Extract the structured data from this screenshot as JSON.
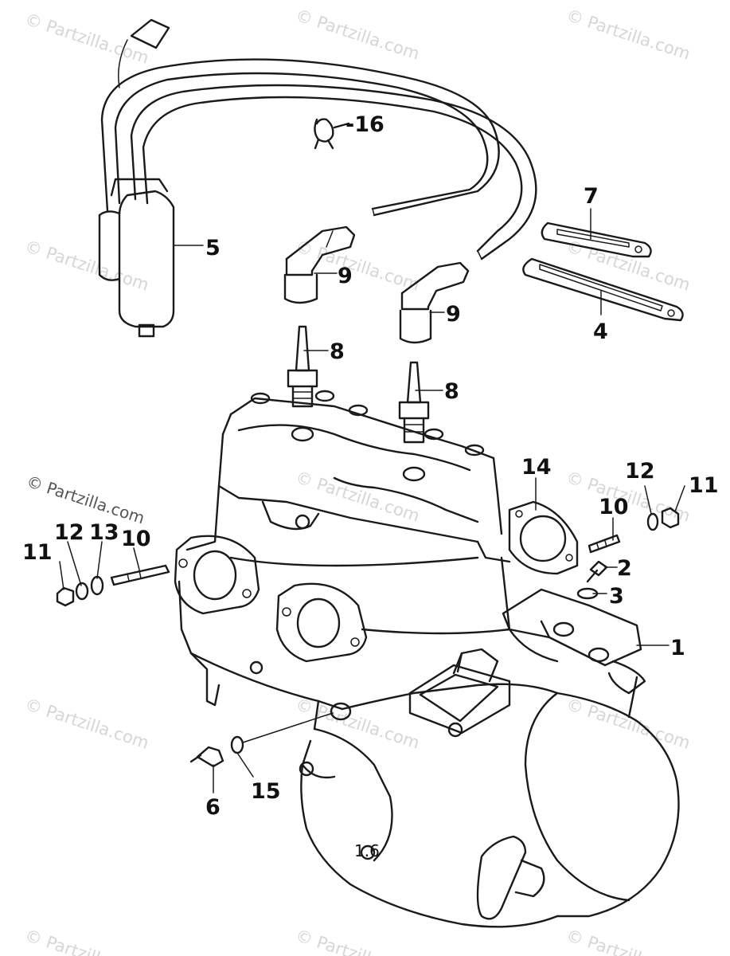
{
  "watermark": {
    "text": "© Partzilla.com",
    "color": "#d6d6d6"
  },
  "callouts": {
    "c1": "1",
    "c2": "2",
    "c3": "3",
    "c4": "4",
    "c5": "5",
    "c6": "6",
    "c7": "7",
    "c8a": "8",
    "c8b": "8",
    "c9a": "9",
    "c9b": "9",
    "c10a": "10",
    "c10b": "10",
    "c11a": "11",
    "c11b": "11",
    "c12a": "12",
    "c12b": "12",
    "c13": "13",
    "c14": "14",
    "c15": "15",
    "c16": "-16"
  },
  "colors": {
    "line": "#1a1a1a",
    "background": "#ffffff"
  }
}
